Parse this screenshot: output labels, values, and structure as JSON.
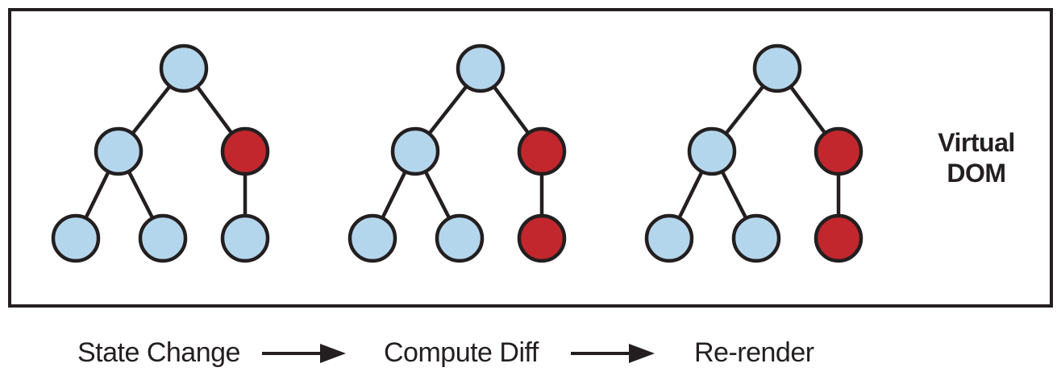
{
  "diagram": {
    "label_lines": [
      "Virtual",
      "DOM"
    ],
    "colors": {
      "unchanged_node": "#b4d6ec",
      "changed_node": "#c1272d",
      "stroke": "#231f20"
    },
    "trees": [
      {
        "name": "state-change",
        "nodes": [
          {
            "id": "root",
            "state": "unchanged"
          },
          {
            "id": "left",
            "state": "unchanged"
          },
          {
            "id": "right",
            "state": "changed"
          },
          {
            "id": "left-left",
            "state": "unchanged"
          },
          {
            "id": "left-right",
            "state": "unchanged"
          },
          {
            "id": "right-child",
            "state": "unchanged"
          }
        ]
      },
      {
        "name": "compute-diff",
        "nodes": [
          {
            "id": "root",
            "state": "unchanged"
          },
          {
            "id": "left",
            "state": "unchanged"
          },
          {
            "id": "right",
            "state": "changed"
          },
          {
            "id": "left-left",
            "state": "unchanged"
          },
          {
            "id": "left-right",
            "state": "unchanged"
          },
          {
            "id": "right-child",
            "state": "changed"
          }
        ]
      },
      {
        "name": "re-render",
        "nodes": [
          {
            "id": "root",
            "state": "unchanged"
          },
          {
            "id": "left",
            "state": "unchanged"
          },
          {
            "id": "right",
            "state": "changed"
          },
          {
            "id": "left-left",
            "state": "unchanged"
          },
          {
            "id": "left-right",
            "state": "unchanged"
          },
          {
            "id": "right-child",
            "state": "changed"
          }
        ]
      }
    ],
    "steps": [
      "State Change",
      "Compute Diff",
      "Re-render"
    ],
    "arrow_icon": "right-arrow-icon"
  }
}
